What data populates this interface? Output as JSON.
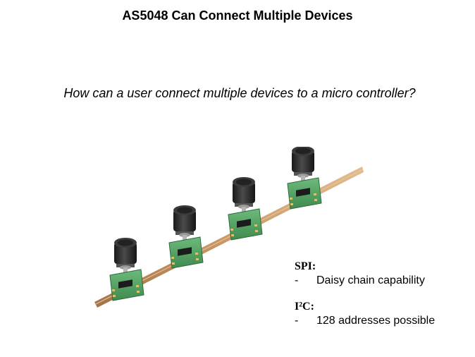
{
  "slide": {
    "title": "AS5048 Can Connect Multiple Devices",
    "question": "How can a user connect multiple devices to a micro controller?"
  },
  "notes": {
    "spi_heading": "SPI:",
    "spi_bullet_marker": "-",
    "spi_bullet": "Daisy chain capability",
    "i2c_heading": "I²C:",
    "i2c_bullet_marker": "-",
    "i2c_bullet": "128 addresses possible"
  },
  "colors": {
    "bus_cable": "#c8955f",
    "pcb": "#4e9a5f",
    "motor_body": "#2a2a2a",
    "magnet_red": "#c0392b",
    "magnet_green": "#27ae60"
  }
}
